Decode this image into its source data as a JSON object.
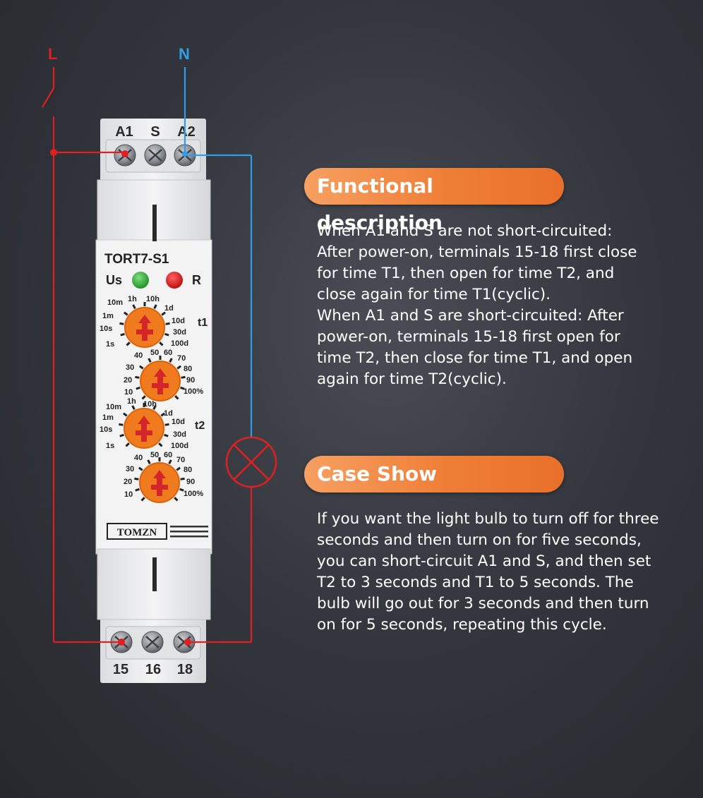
{
  "wiring": {
    "phase_label": "L",
    "neutral_label": "N",
    "phase_color": "#e02020",
    "neutral_color": "#2f9ee6"
  },
  "relay": {
    "top_terminals": [
      "A1",
      "S",
      "A2"
    ],
    "bottom_terminals": [
      "15",
      "16",
      "18"
    ],
    "model": "TORT7-S1",
    "indicator_us": "Us",
    "indicator_r": "R",
    "brand": "TOMZN",
    "dial1": {
      "name": "t1",
      "range_labels": [
        "10m",
        "1h",
        "10h",
        "1d",
        "1m",
        "10d",
        "10s",
        "30d",
        "1s",
        "100d"
      ]
    },
    "dial2": {
      "scale_labels": [
        "40",
        "50",
        "60",
        "70",
        "30",
        "80",
        "20",
        "90",
        "10",
        "100%"
      ]
    },
    "dial3": {
      "name": "t2",
      "range_labels": [
        "10m",
        "1h",
        "10h",
        "1d",
        "1m",
        "10d",
        "10s",
        "30d",
        "1s",
        "100d"
      ]
    },
    "dial4": {
      "scale_labels": [
        "40",
        "50",
        "60",
        "70",
        "30",
        "80",
        "20",
        "90",
        "10",
        "100%"
      ]
    },
    "knob_color": "#f07a1e"
  },
  "functional": {
    "title": "Functional description",
    "lines": [
      "When A1 and S are not short-circuited:",
      "After power-on, terminals 15-18 first close",
      "for time T1, then open for time T2, and",
      "close again for time T1(cyclic).",
      "When A1 and S are short-circuited: After",
      "power-on, terminals 15-18 first open for",
      "time T2, then close for time T1, and open",
      "again for time T2(cyclic)."
    ]
  },
  "case_show": {
    "title": "Case Show",
    "lines": [
      "If you want the light bulb to turn off for three",
      "seconds and then turn on for five seconds,",
      "you can short-circuit A1 and S, and then set",
      "T2 to 3 seconds and T1 to 5 seconds. The",
      "bulb will go out for 3 seconds and then turn",
      "on for 5 seconds, repeating this cycle."
    ]
  }
}
